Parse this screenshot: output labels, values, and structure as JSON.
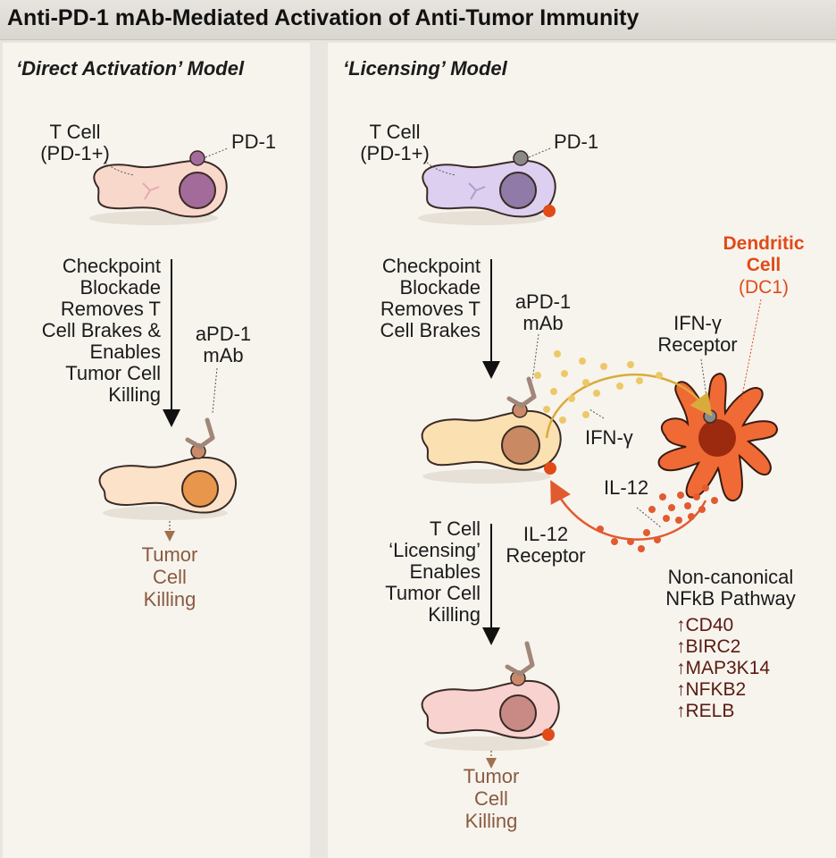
{
  "title": "Anti-PD-1 mAb-Mediated Activation of Anti-Tumor Immunity",
  "left": {
    "heading": "‘Direct Activation’ Model",
    "tcell_label": "T Cell\n(PD-1+)",
    "pd1_label": "PD-1",
    "blockade_text": "Checkpoint\nBlockade\nRemoves T\nCell Brakes &\nEnables\nTumor Cell\nKilling",
    "mab_label": "aPD-1\nmAb",
    "outcome": "Tumor\nCell\nKilling"
  },
  "right": {
    "heading": "‘Licensing’ Model",
    "tcell_label": "T Cell\n(PD-1+)",
    "pd1_label": "PD-1",
    "blockade_text": "Checkpoint\nBlockade\nRemoves T\nCell Brakes",
    "mab_label": "aPD-1\nmAb",
    "dc_title": "Dendritic\nCell",
    "dc_sub": "(DC1)",
    "ifng_receptor": "IFN-γ\nReceptor",
    "ifng": "IFN-γ",
    "il12": "IL-12",
    "il12_receptor": "IL-12\nReceptor",
    "licensing_text": "T Cell\n‘Licensing’\nEnables\nTumor Cell\nKilling",
    "pathway_title": "Non-canonical\nNFkB Pathway",
    "genes": [
      "↑CD40",
      "↑BIRC2",
      "↑MAP3K14",
      "↑NFKB2",
      "↑RELB"
    ],
    "outcome": "Tumor\nCell\nKilling"
  },
  "colors": {
    "dc_orange": "#f06a35",
    "ifng_gold": "#e6c158",
    "il12_red": "#e25a30",
    "killing_brown": "#8a5a40"
  }
}
